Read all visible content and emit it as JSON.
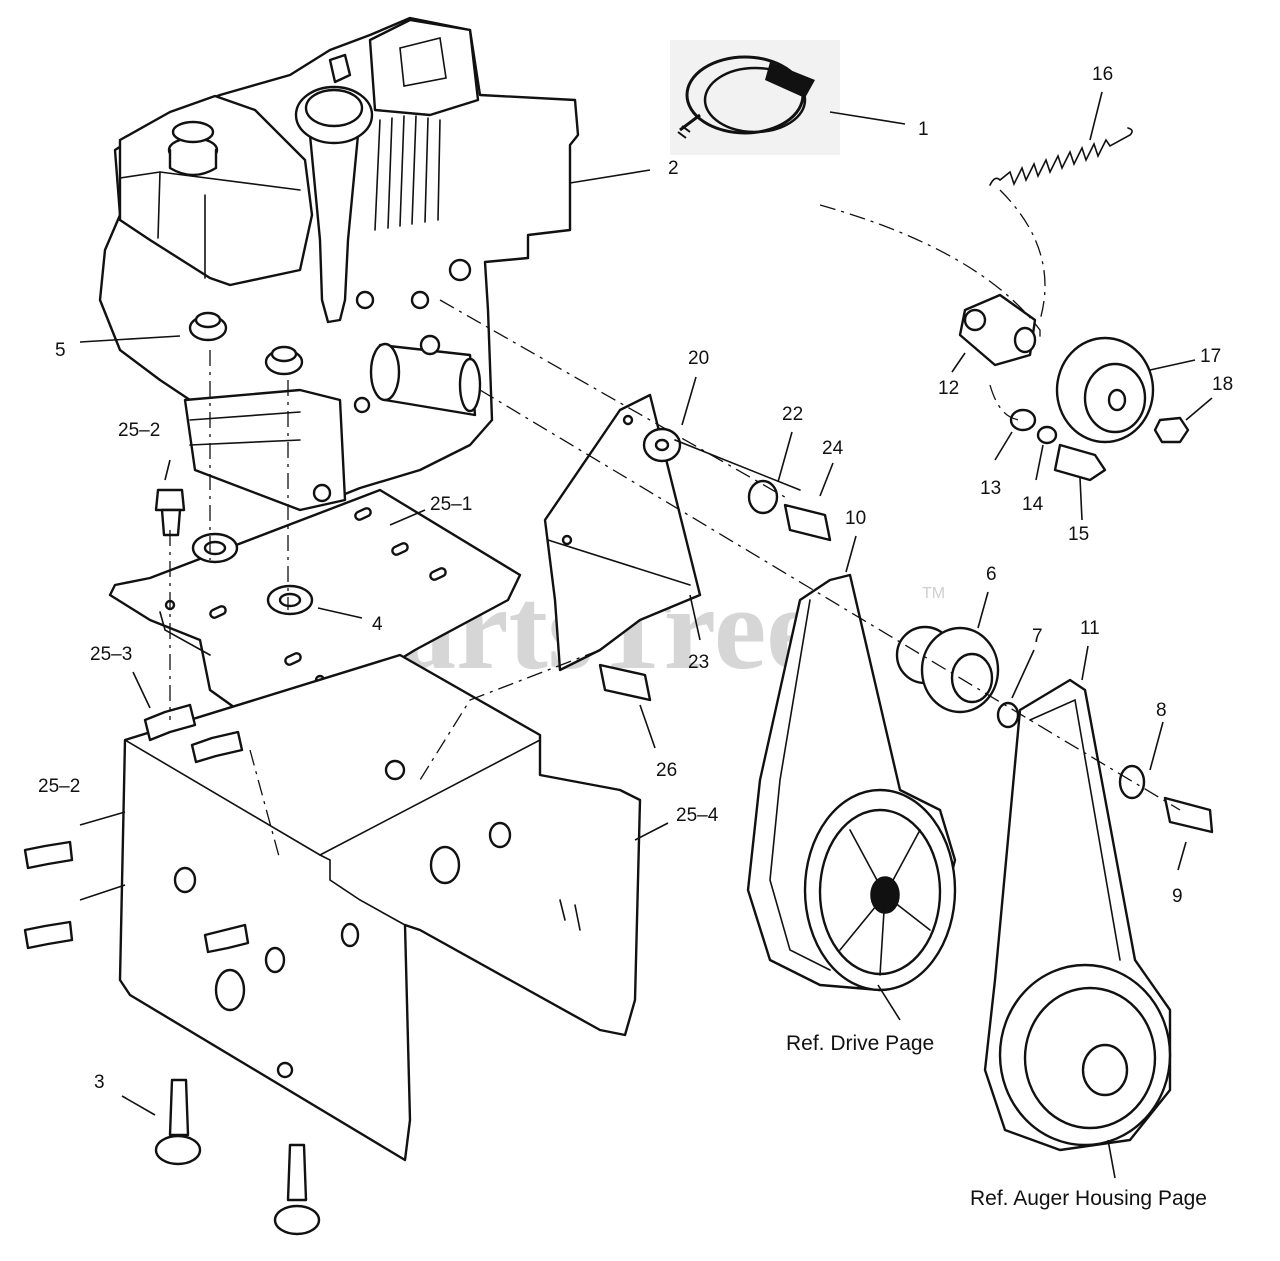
{
  "diagram": {
    "watermark": "PartsTree",
    "watermark_mark": "TM",
    "callouts": [
      "1",
      "2",
      "3",
      "4",
      "5",
      "6",
      "7",
      "8",
      "9",
      "10",
      "11",
      "12",
      "13",
      "14",
      "15",
      "16",
      "17",
      "18",
      "20",
      "22",
      "23",
      "24",
      "25–1",
      "25–2",
      "25–2",
      "25–3",
      "25–4",
      "26"
    ],
    "references": {
      "drive": "Ref. Drive Page",
      "auger": "Ref. Auger Housing Page"
    }
  }
}
